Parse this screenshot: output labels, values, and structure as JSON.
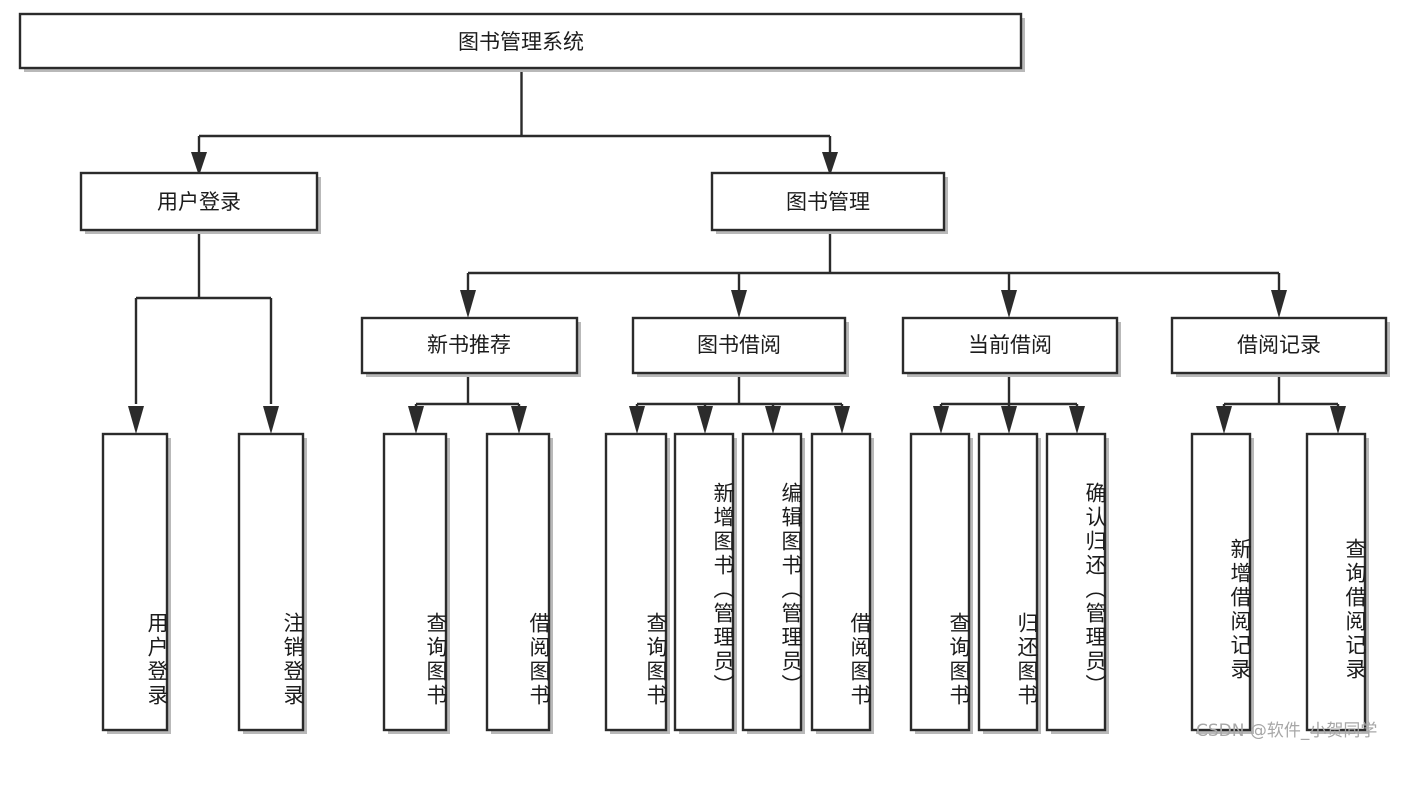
{
  "diagram": {
    "type": "tree",
    "title": "图书管理系统",
    "root": {
      "id": "root",
      "label": "图书管理系统",
      "orientation": "horizontal"
    },
    "level1": [
      {
        "id": "user-login",
        "label": "用户登录",
        "orientation": "horizontal"
      },
      {
        "id": "book-manage",
        "label": "图书管理",
        "orientation": "horizontal"
      }
    ],
    "level2": [
      {
        "id": "new-book-recommend",
        "label": "新书推荐",
        "orientation": "horizontal",
        "parent": "book-manage"
      },
      {
        "id": "book-borrow",
        "label": "图书借阅",
        "orientation": "horizontal",
        "parent": "book-manage"
      },
      {
        "id": "current-borrow",
        "label": "当前借阅",
        "orientation": "horizontal",
        "parent": "book-manage"
      },
      {
        "id": "borrow-record",
        "label": "借阅记录",
        "orientation": "horizontal",
        "parent": "book-manage"
      }
    ],
    "leaves": [
      {
        "id": "leaf-user-login",
        "label": "用户登录",
        "orientation": "vertical",
        "parent": "user-login"
      },
      {
        "id": "leaf-user-logout",
        "label": "注销登录",
        "orientation": "vertical",
        "parent": "user-login"
      },
      {
        "id": "leaf-query-book-1",
        "label": "查询图书",
        "orientation": "vertical",
        "parent": "new-book-recommend"
      },
      {
        "id": "leaf-borrow-book-1",
        "label": "借阅图书",
        "orientation": "vertical",
        "parent": "new-book-recommend"
      },
      {
        "id": "leaf-query-book-2",
        "label": "查询图书",
        "orientation": "vertical",
        "parent": "book-borrow"
      },
      {
        "id": "leaf-add-book",
        "label": "新增图书（管理员）",
        "orientation": "vertical",
        "parent": "book-borrow"
      },
      {
        "id": "leaf-edit-book",
        "label": "编辑图书（管理员）",
        "orientation": "vertical",
        "parent": "book-borrow"
      },
      {
        "id": "leaf-borrow-book-2",
        "label": "借阅图书",
        "orientation": "vertical",
        "parent": "book-borrow"
      },
      {
        "id": "leaf-query-book-3",
        "label": "查询图书",
        "orientation": "vertical",
        "parent": "current-borrow"
      },
      {
        "id": "leaf-return-book",
        "label": "归还图书",
        "orientation": "vertical",
        "parent": "current-borrow"
      },
      {
        "id": "leaf-confirm-return",
        "label": "确认归还（管理员）",
        "orientation": "vertical",
        "parent": "current-borrow"
      },
      {
        "id": "leaf-add-record",
        "label": "新增借阅记录",
        "orientation": "vertical",
        "parent": "borrow-record"
      },
      {
        "id": "leaf-query-record",
        "label": "查询借阅记录",
        "orientation": "vertical",
        "parent": "borrow-record"
      }
    ],
    "colors": {
      "box_fill": "#ffffff",
      "box_stroke": "#2b2b2b",
      "text": "#1c1c1c",
      "watermark": "#a7a7a7",
      "background": "#ffffff"
    }
  },
  "watermark": {
    "text": "CSDN @软件_小贺同学"
  }
}
